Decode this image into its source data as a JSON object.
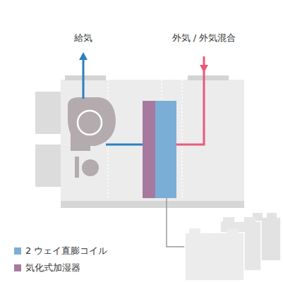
{
  "diagram": {
    "labels": [
      "給気",
      "外気 / 外気混合"
    ],
    "legend": [
      {
        "text": "2 ウェイ直膨コイル",
        "color": "#7aaed6"
      },
      {
        "text": "気化式加湿器",
        "color": "#a8799e"
      }
    ]
  }
}
